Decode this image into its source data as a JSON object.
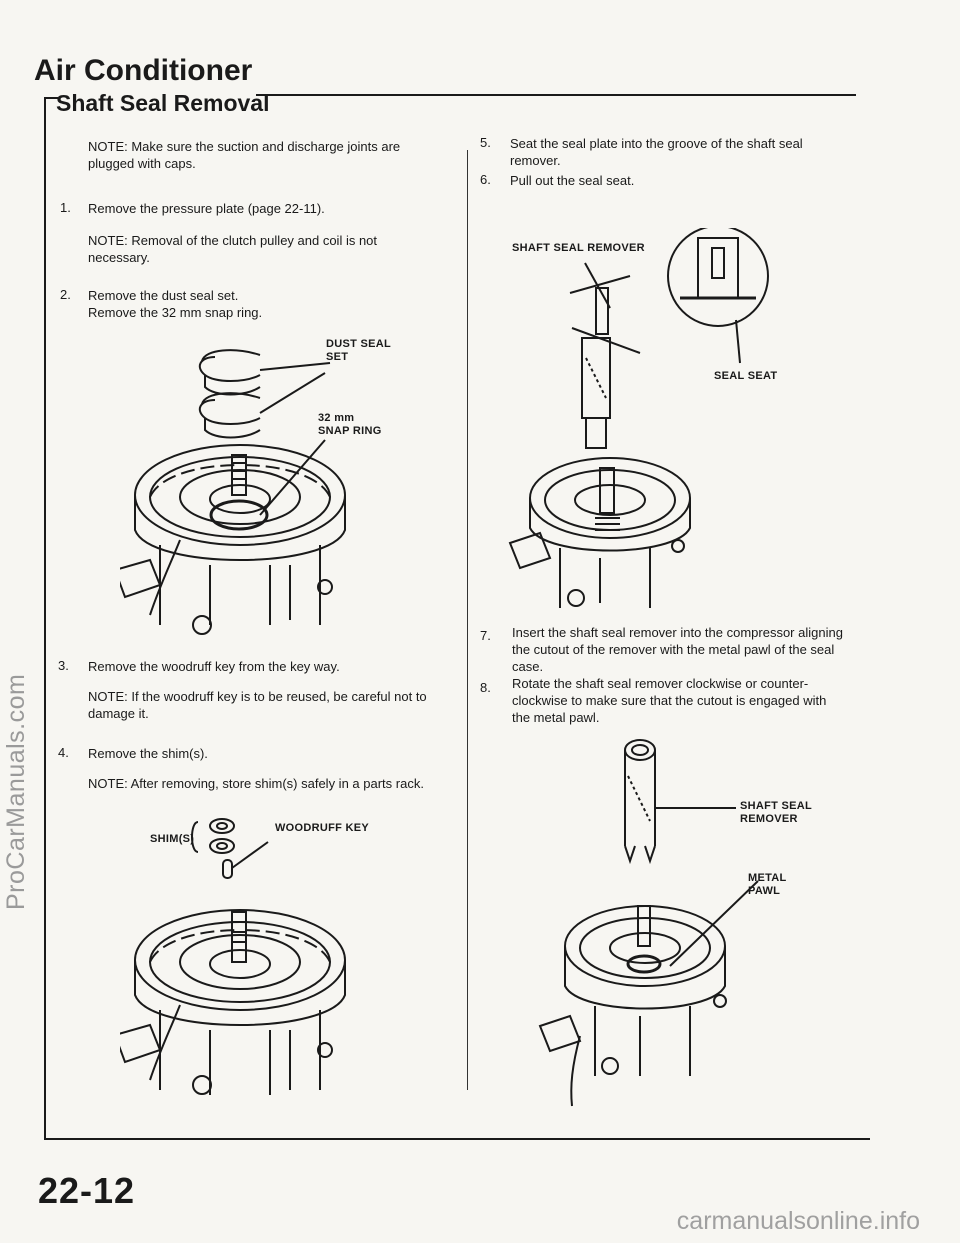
{
  "header": {
    "section_title": "Air Conditioner",
    "subsection_title": "Shaft Seal Removal"
  },
  "left_column": {
    "note1": "NOTE: Make sure the suction and discharge joints are plugged with caps.",
    "step1": {
      "num": "1.",
      "text": "Remove the pressure plate (page 22-11)."
    },
    "note2": "NOTE: Removal of the clutch pulley and coil is not necessary.",
    "step2": {
      "num": "2.",
      "line1": "Remove the dust seal set.",
      "line2": "Remove the 32 mm snap ring."
    },
    "fig1_labels": {
      "dust_seal_set": "DUST SEAL\nSET",
      "snap_ring": "32 mm\nSNAP RING"
    },
    "step3": {
      "num": "3.",
      "text": "Remove the woodruff key from the key way."
    },
    "note3": "NOTE: If the woodruff key is to be reused, be careful not to damage it.",
    "step4": {
      "num": "4.",
      "text": "Remove the shim(s)."
    },
    "note4": "NOTE: After removing, store shim(s) safely in a parts rack.",
    "fig2_labels": {
      "shims": "SHIM(S)",
      "woodruff_key": "WOODRUFF KEY"
    }
  },
  "right_column": {
    "step5": {
      "num": "5.",
      "text": "Seat the seal plate into the groove of the shaft seal remover."
    },
    "step6": {
      "num": "6.",
      "text": "Pull out the seal seat."
    },
    "fig3_labels": {
      "shaft_seal_remover": "SHAFT SEAL REMOVER",
      "seal_seat": "SEAL SEAT"
    },
    "step7": {
      "num": "7.",
      "text": "Insert the shaft seal remover into the compressor aligning the cutout of the remover with the metal pawl of the seal case."
    },
    "step8": {
      "num": "8.",
      "text": "Rotate the shaft seal remover clockwise or counter-clockwise to make sure that the cutout is engaged with the metal pawl."
    },
    "fig4_labels": {
      "shaft_seal_remover": "SHAFT SEAL\nREMOVER",
      "metal_pawl": "METAL\nPAWL"
    }
  },
  "footer": {
    "page_number": "22-12",
    "watermark_side": "ProCarManuals.com",
    "watermark_bottom": "carmanualsonline.info"
  }
}
